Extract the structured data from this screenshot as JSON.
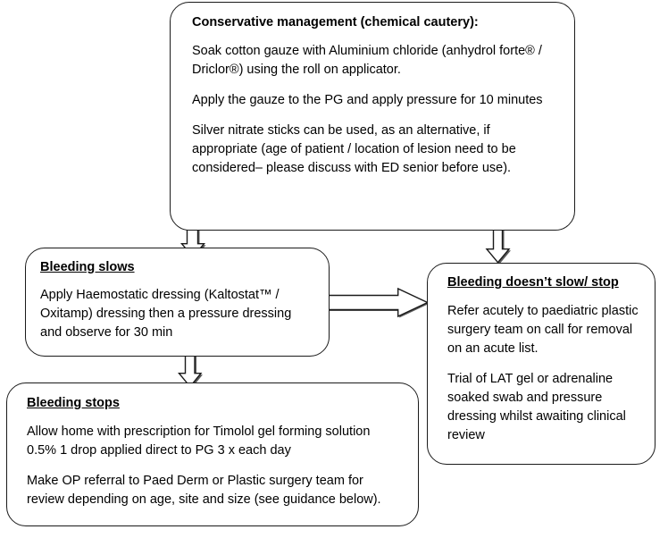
{
  "diagram": {
    "title": "Pyogenic granuloma bleeding management flowchart",
    "line_color": "#1a1a1a",
    "background": "#ffffff",
    "boxes": [
      {
        "id": "conservative",
        "title": "Conservative management (chemical cautery):",
        "title_underlined": false,
        "paragraphs": [
          "Soak cotton gauze with Aluminium chloride (anhydrol forte® / Driclor®) using the roll on applicator.",
          "Apply the gauze to the PG and apply pressure for 10 minutes",
          "Silver nitrate sticks can be used, as an alternative, if appropriate (age of patient / location of lesion need to be considered– please discuss with ED senior before use)."
        ]
      },
      {
        "id": "bleeding_slows",
        "title": "Bleeding slows",
        "title_underlined": true,
        "paragraphs": [
          "Apply Haemostatic dressing (Kaltostat™ / Oxitamp) dressing then a pressure dressing and observe for 30 min"
        ]
      },
      {
        "id": "bleeding_no_slow",
        "title": "Bleeding doesn’t slow/ stop",
        "title_underlined": true,
        "paragraphs": [
          "Refer acutely to paediatric plastic surgery team on call for removal on an acute list.",
          "Trial of LAT gel or adrenaline soaked swab and pressure dressing whilst awaiting clinical review"
        ]
      },
      {
        "id": "bleeding_stops",
        "title": "Bleeding stops",
        "title_underlined": true,
        "paragraphs": [
          "Allow home with prescription for Timolol gel forming solution 0.5% 1 drop applied direct to PG 3 x each day",
          "Make OP referral to Paed Derm or Plastic surgery team for review depending on age, site and size (see guidance below)."
        ]
      }
    ],
    "connectors": [
      {
        "id": "conservative-to-bleeding-slows",
        "direction": "down",
        "from": "conservative",
        "to": "bleeding_slows"
      },
      {
        "id": "conservative-to-bleeding-no-slow",
        "direction": "down",
        "from": "conservative",
        "to": "bleeding_no_slow"
      },
      {
        "id": "bleeding-slows-to-bleeding-no-slow",
        "direction": "right",
        "from": "bleeding_slows",
        "to": "bleeding_no_slow"
      },
      {
        "id": "bleeding-slows-to-bleeding-stops",
        "direction": "down",
        "from": "bleeding_slows",
        "to": "bleeding_stops"
      }
    ]
  }
}
